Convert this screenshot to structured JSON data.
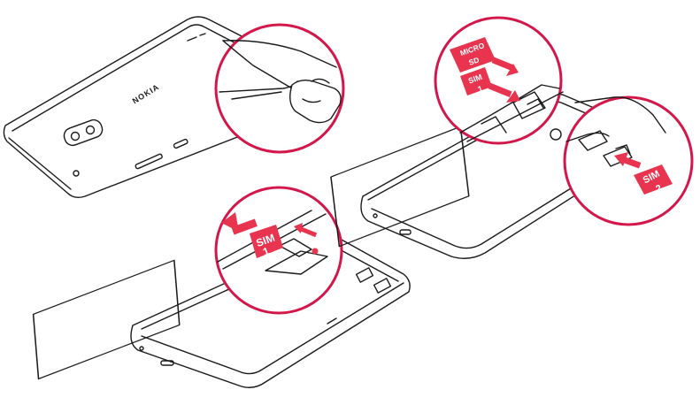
{
  "brand_logo": "NOKIA",
  "cards": {
    "microsd": "MICRO SD",
    "microsd_line1": "MICRO",
    "microsd_line2": "SD",
    "sim1_line1": "SIM",
    "sim1_line2": "1",
    "sim2_line1": "SIM",
    "sim2_line2": "2"
  },
  "colors": {
    "accent": "#e8344f",
    "ring": "#d4174a",
    "line": "#1a1a1a"
  }
}
